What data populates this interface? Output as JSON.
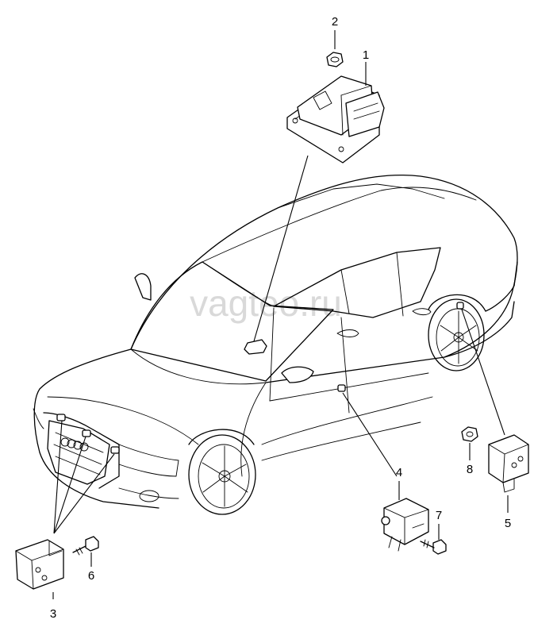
{
  "watermark": "vagteo.ru",
  "callouts": [
    {
      "id": "1",
      "label": "1"
    },
    {
      "id": "2",
      "label": "2"
    },
    {
      "id": "3",
      "label": "3"
    },
    {
      "id": "4",
      "label": "4"
    },
    {
      "id": "5",
      "label": "5"
    },
    {
      "id": "6",
      "label": "6"
    },
    {
      "id": "7",
      "label": "7"
    },
    {
      "id": "8",
      "label": "8"
    }
  ]
}
